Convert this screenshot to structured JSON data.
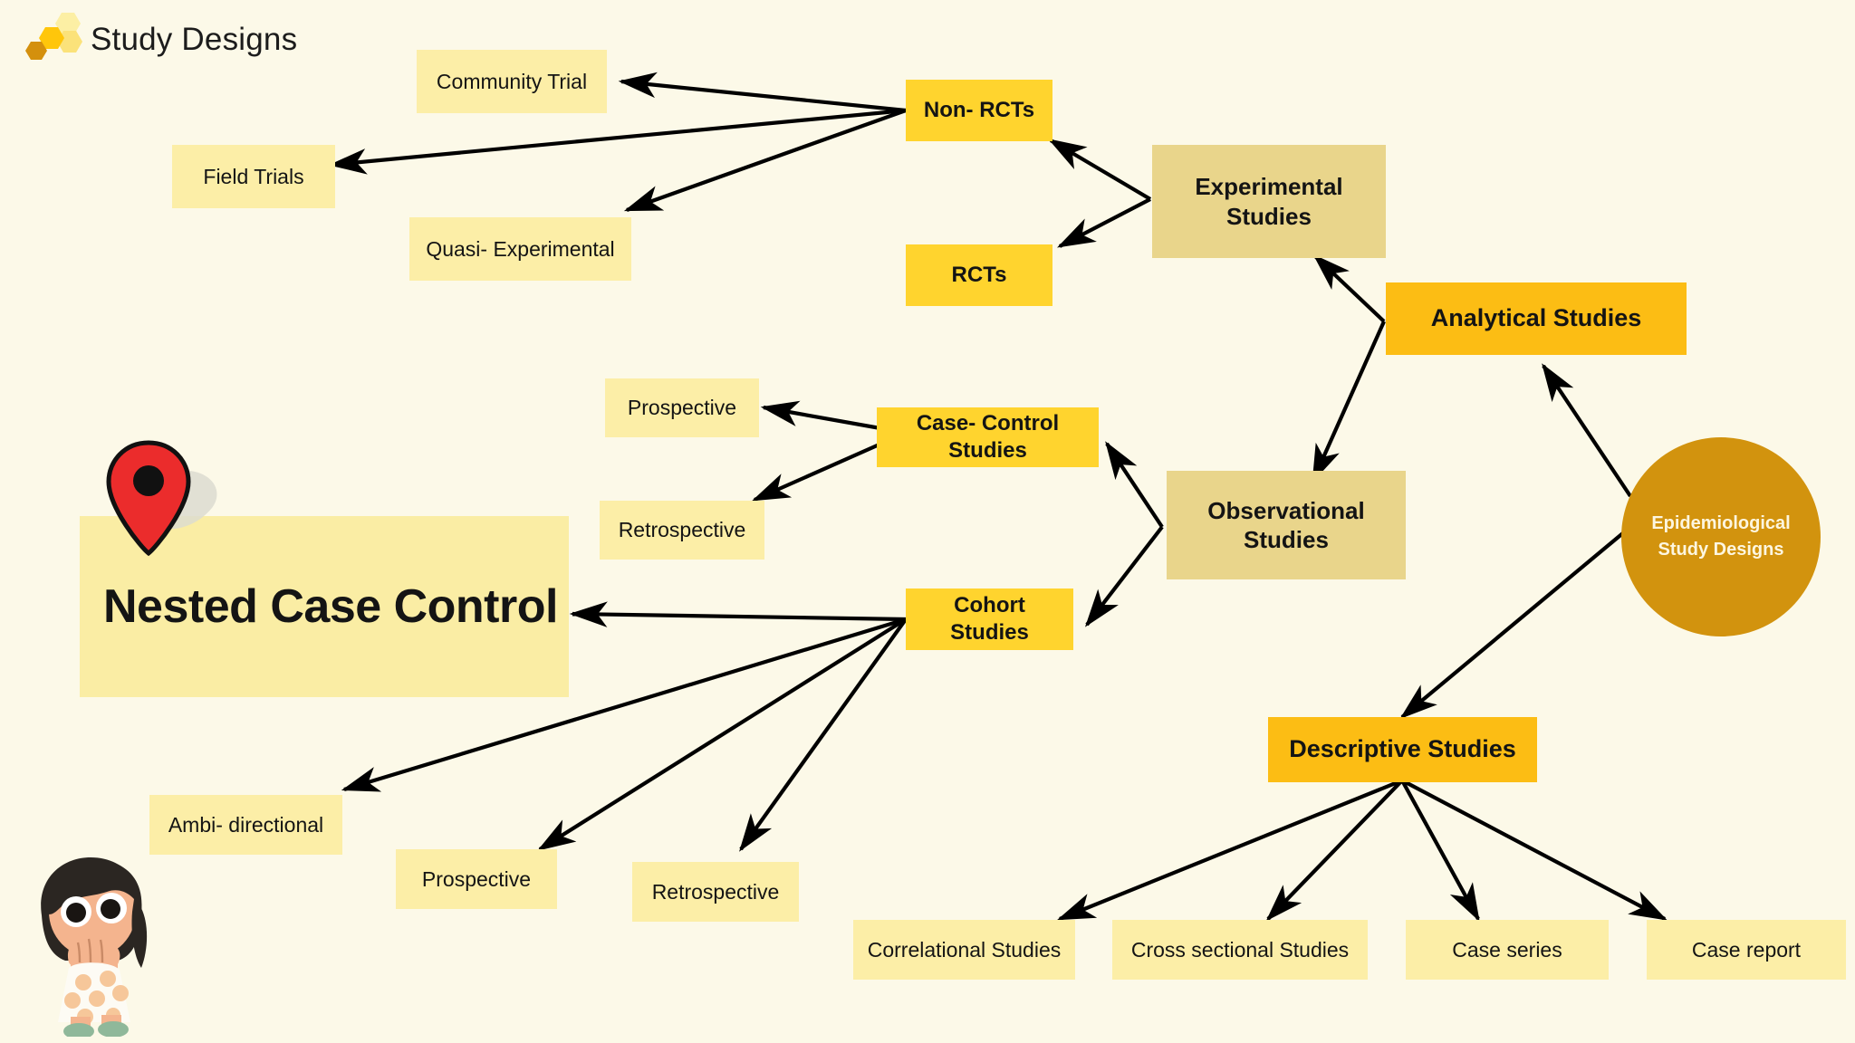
{
  "header": {
    "title": "Study Designs",
    "logo_icon": "honeycomb-logo-icon"
  },
  "decorations": {
    "map_pin_icon": "map-pin-icon",
    "mascot_icon": "girl-character-icon"
  },
  "colors": {
    "background": "#FCF9E8",
    "leaf_box": "#FCEEA7",
    "mid_box": "#FFD42E",
    "tan_box": "#E9D58B",
    "amber_box": "#FCBD14",
    "highlight_box": "#FAEDA4",
    "circle": "#D2930E",
    "circle_text": "#FDF6E0",
    "text": "#141414",
    "edge": "#000000",
    "pin_red": "#EB2C2C",
    "pin_shadow": "#DCDCD0"
  },
  "root": {
    "label": "Epidemiological Study Designs",
    "line1": "Epidemiological",
    "line2": "Study Designs"
  },
  "nodes": {
    "community_trial": "Community Trial",
    "field_trials": "Field Trials",
    "quasi_experimental": "Quasi- Experimental",
    "non_rcts": "Non- RCTs",
    "rcts": "RCTs",
    "experimental_studies_l1": "Experimental",
    "experimental_studies_l2": "Studies",
    "analytical_studies": "Analytical Studies",
    "prospective_cc": "Prospective",
    "retrospective_cc": "Retrospective",
    "case_control_studies": "Case- Control Studies",
    "observational_studies_l1": "Observational",
    "observational_studies_l2": "Studies",
    "nested_case_control": "Nested Case Control",
    "cohort_studies": "Cohort Studies",
    "ambi_directional": "Ambi- directional",
    "prospective_cohort": "Prospective",
    "retrospective_cohort": "Retrospective",
    "descriptive_studies": "Descriptive Studies",
    "correlational_studies": "Correlational Studies",
    "cross_sectional_studies": "Cross sectional Studies",
    "case_series": "Case series",
    "case_report": "Case report"
  }
}
